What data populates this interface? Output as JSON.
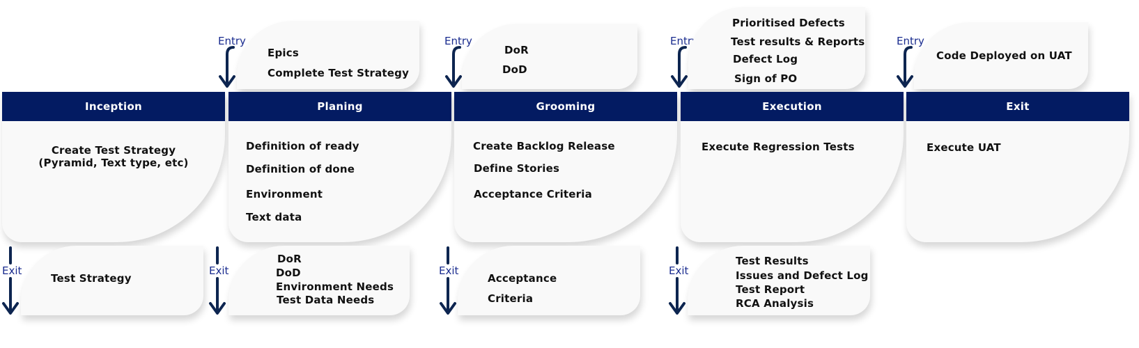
{
  "labels": {
    "entry": "Entry",
    "exit": "Exit"
  },
  "colors": {
    "header": "#031b62",
    "arrow": "#0d2550",
    "label": "#1a2c8f",
    "card": "#f9f9f9"
  },
  "phases": [
    {
      "name": "Inception",
      "items": [
        "Create Test Strategy",
        "(Pyramid, Text type, etc)"
      ],
      "entry": [],
      "exit": [
        "Test Strategy"
      ]
    },
    {
      "name": "Planing",
      "items": [
        "Definition of ready",
        "Definition of done",
        "Environment",
        "Text data"
      ],
      "entry": [
        "Epics",
        "Complete Test Strategy"
      ],
      "exit": [
        "DoR",
        "DoD",
        "Environment Needs",
        "Test Data Needs"
      ]
    },
    {
      "name": "Grooming",
      "items": [
        "Create Backlog Release",
        "Define Stories",
        "Acceptance Criteria"
      ],
      "entry": [
        "DoR",
        "DoD"
      ],
      "exit": [
        "Acceptance",
        "Criteria"
      ]
    },
    {
      "name": "Execution",
      "items": [
        "Execute Regression Tests"
      ],
      "entry": [
        "Prioritised Defects",
        "Test results & Reports",
        "Defect Log",
        "Sign of PO"
      ],
      "exit": [
        "Test Results",
        "Issues and Defect Log",
        "Test Report",
        "RCA Analysis"
      ]
    },
    {
      "name": "Exit",
      "items": [
        "Execute UAT"
      ],
      "entry": [
        "Code Deployed on UAT"
      ],
      "exit": []
    }
  ]
}
